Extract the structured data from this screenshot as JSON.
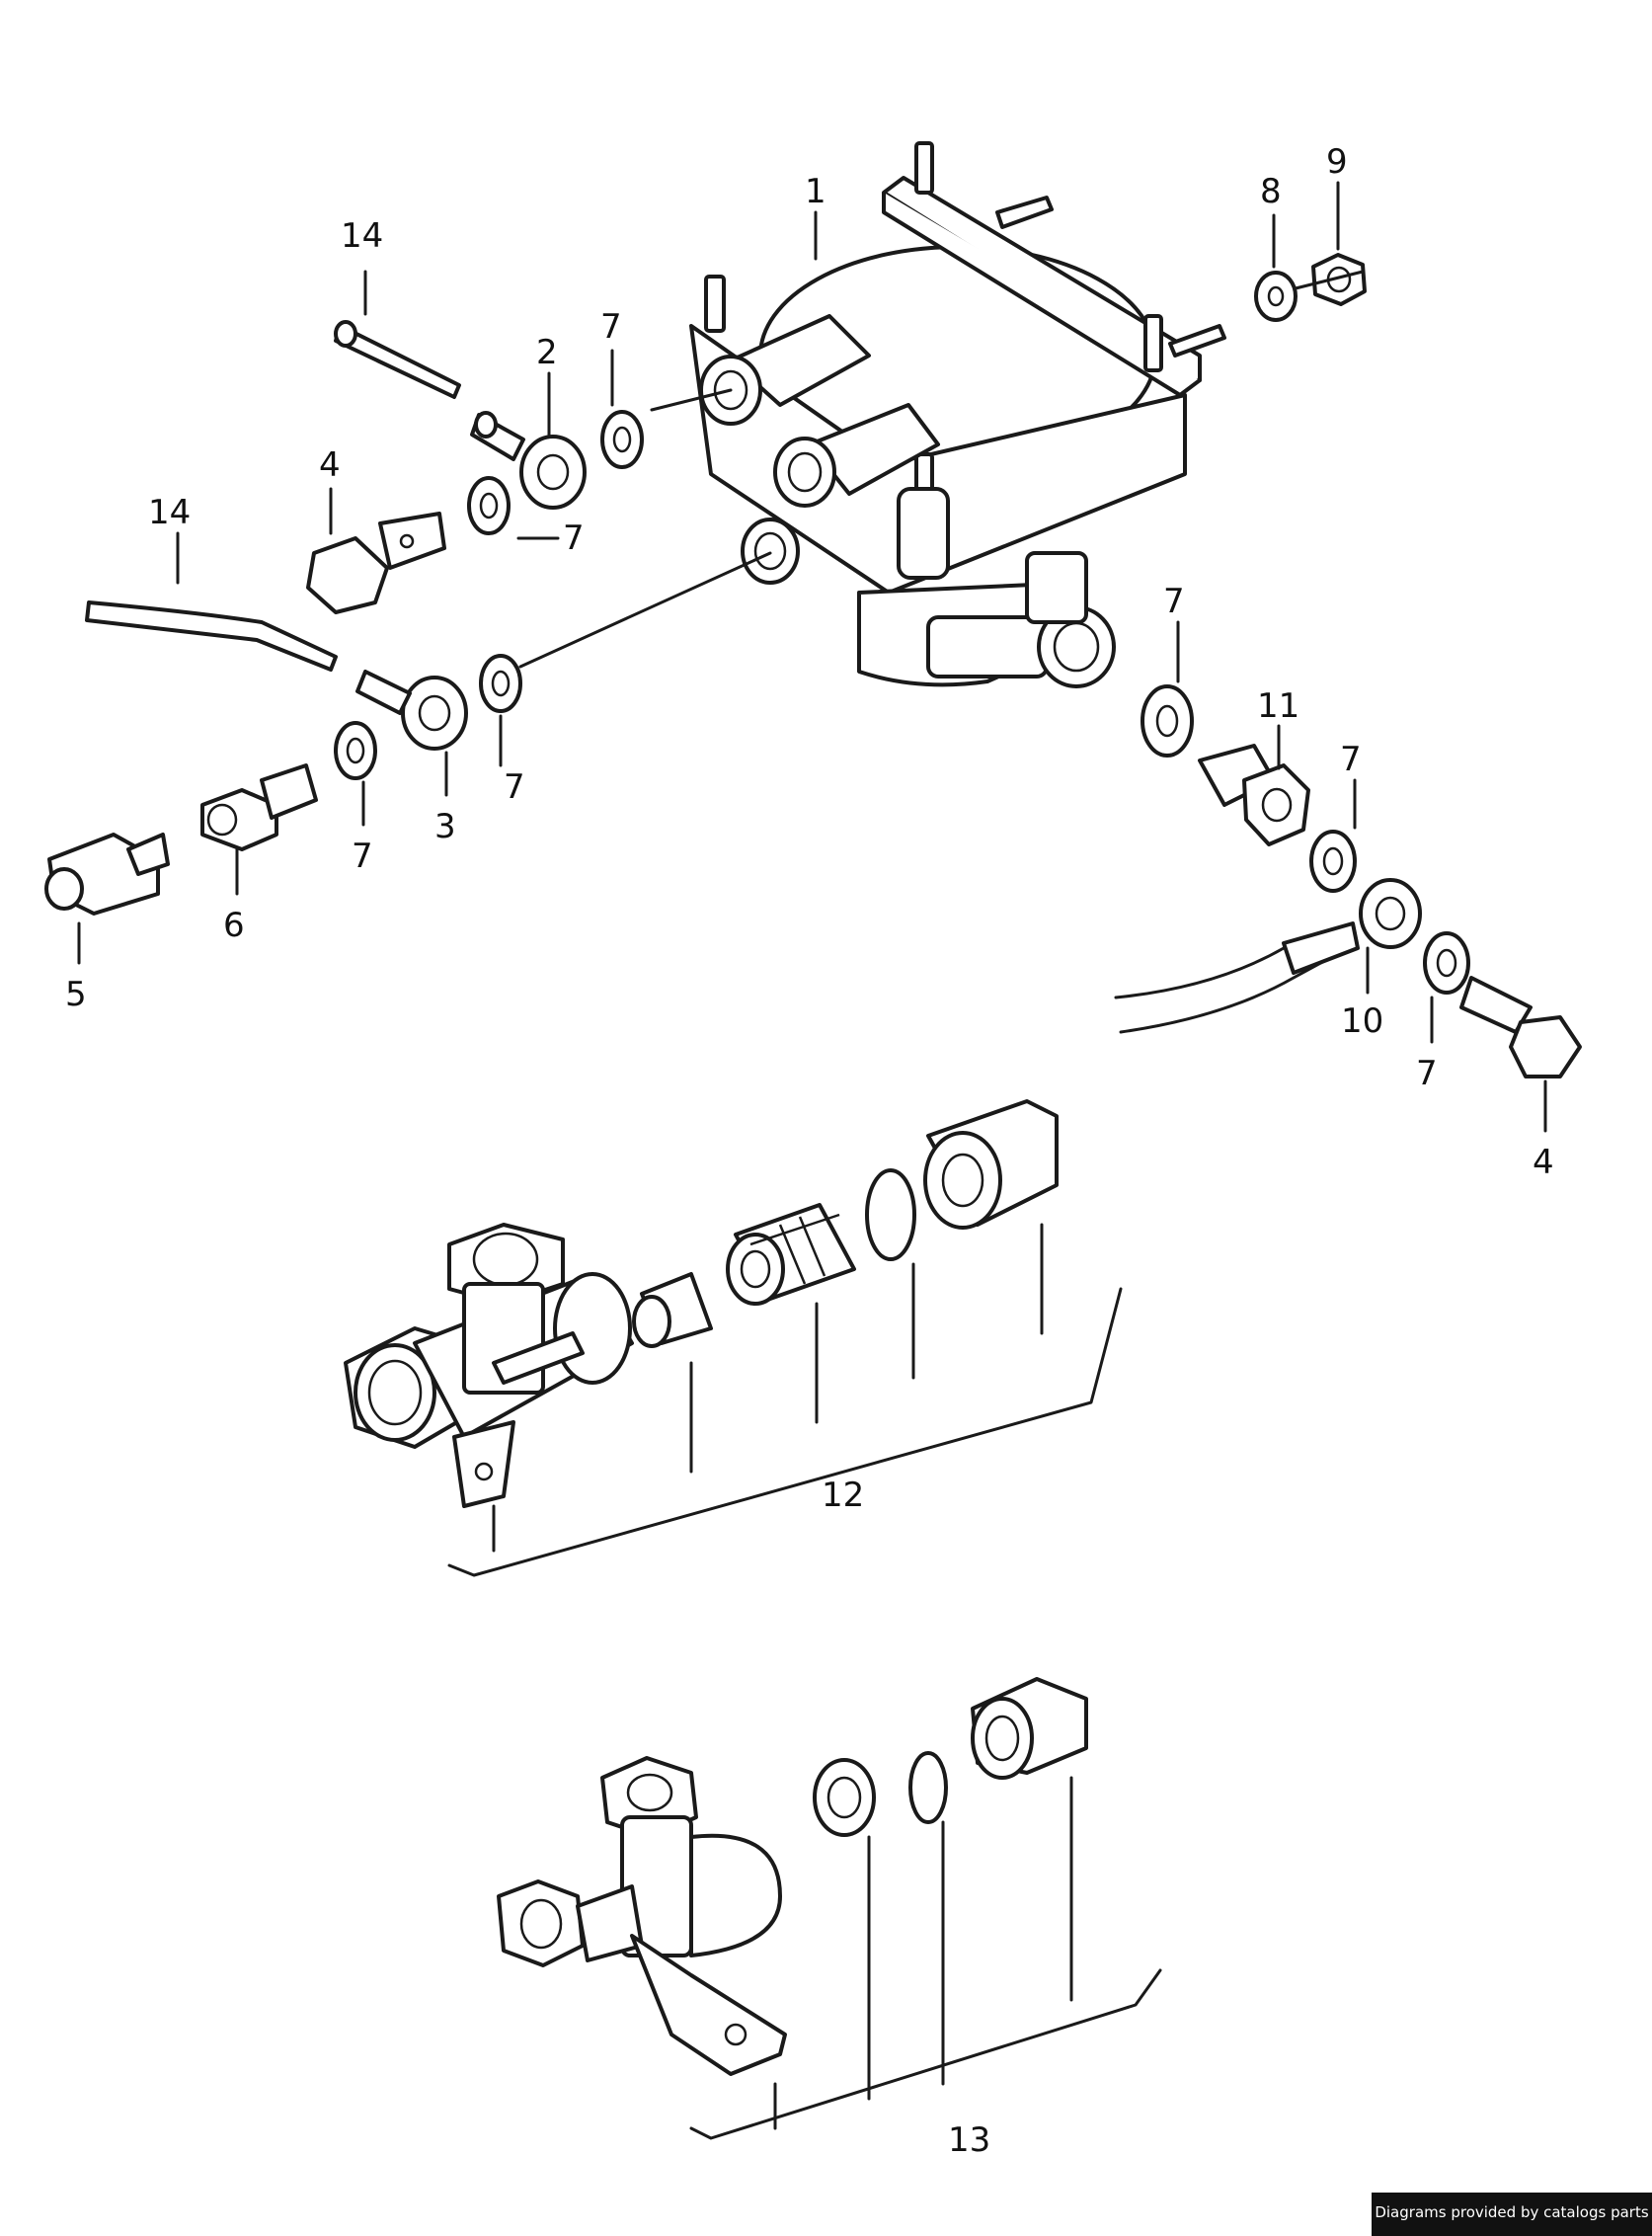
{
  "callouts": {
    "c1": "1",
    "c2": "2",
    "c3": "3",
    "c4a": "4",
    "c4b": "4",
    "c5": "5",
    "c6": "6",
    "c7a": "7",
    "c7b": "7",
    "c7c": "7",
    "c7d": "7",
    "c7e": "7",
    "c7f": "7",
    "c7g": "7",
    "c8": "8",
    "c9": "9",
    "c10": "10",
    "c11": "11",
    "c12": "12",
    "c13": "13",
    "c14a": "14",
    "c14b": "14"
  },
  "credit": "Diagrams provided by catalogs parts",
  "colors": {
    "line": "#1a1a1a",
    "background": "#ffffff",
    "credit_bg": "#111111"
  }
}
